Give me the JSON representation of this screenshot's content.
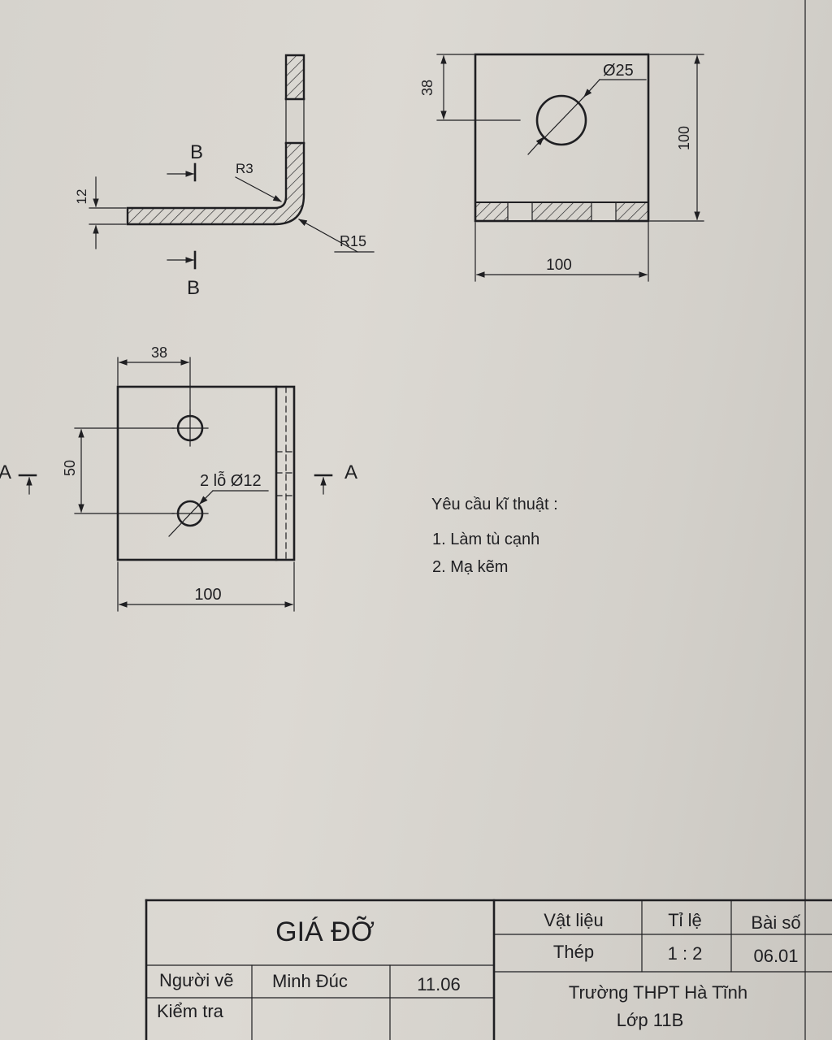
{
  "sheet": {
    "section_labels": {
      "b": "B",
      "a": "A"
    }
  },
  "front_view": {
    "thickness": "12",
    "radius_inner": "R3",
    "radius_outer": "R15"
  },
  "side_view": {
    "hole_height": "38",
    "hole_diameter": "Ø25",
    "height": "100",
    "width": "100"
  },
  "top_view": {
    "hole_offset": "38",
    "hole_spacing": "50",
    "holes_label": "2 lỗ Ø12",
    "width": "100"
  },
  "tech_requirements": {
    "title": "Yêu cầu kĩ thuật :",
    "items": [
      "1.  Làm tù cạnh",
      "2.  Mạ kẽm"
    ]
  },
  "title_block": {
    "part_name": "GIÁ ĐỠ",
    "material_label": "Vật liệu",
    "material_value": "Thép",
    "scale_label": "Tỉ lệ",
    "scale_value": "1 : 2",
    "sheet_no_label": "Bài số",
    "sheet_no_value": "06.01",
    "drawn_by_label": "Người vẽ",
    "drawn_by_value": "Minh Đúc",
    "date": "11.06",
    "checked_by_label": "Kiểm tra",
    "school": "Trường THPT Hà Tĩnh",
    "class": "Lớp 11B"
  }
}
